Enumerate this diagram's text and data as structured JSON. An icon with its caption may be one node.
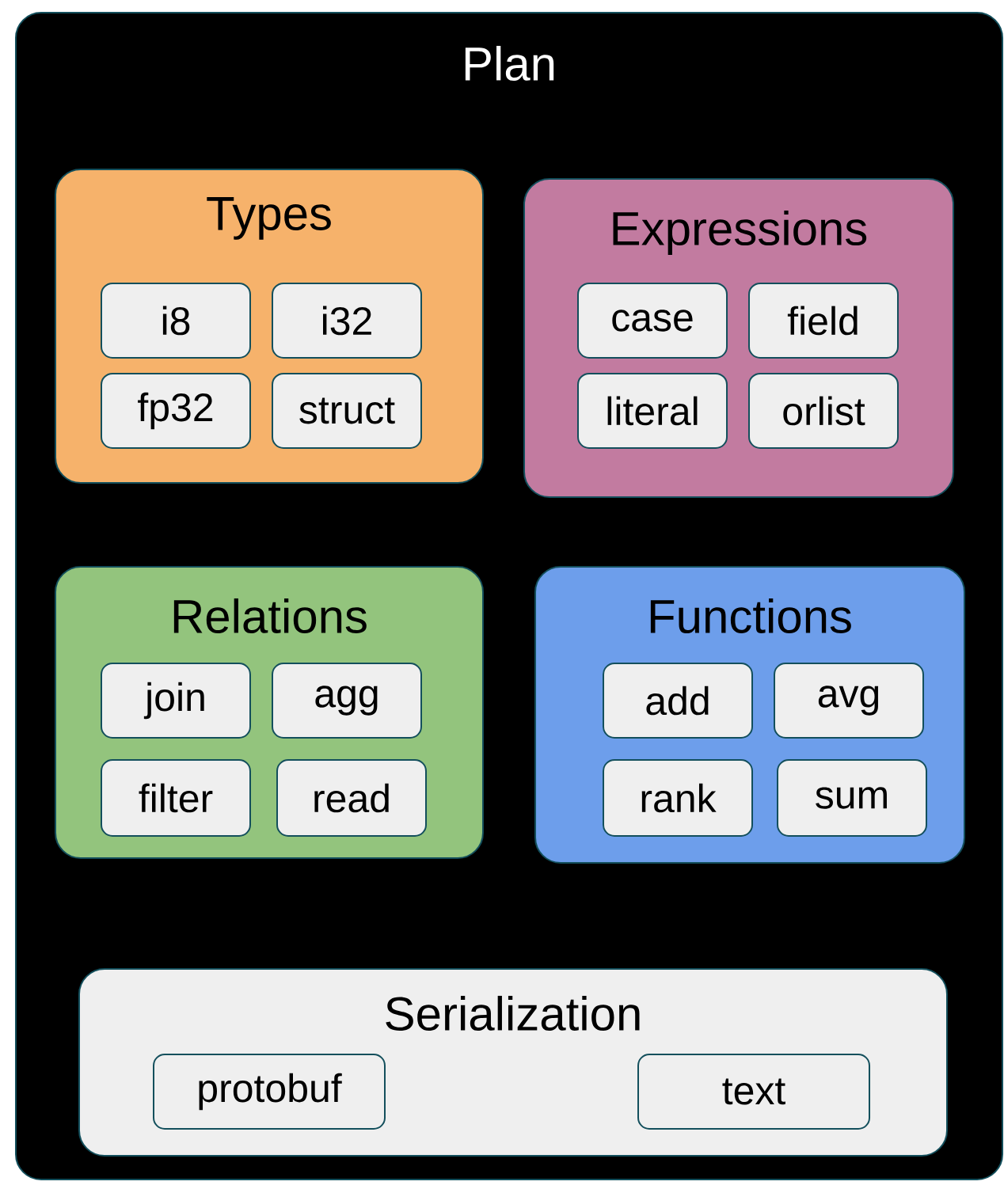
{
  "diagram": {
    "nodes": [
      {
        "text": [
          "Plan"
        ]
      },
      {
        "text": [
          "Types"
        ],
        "in": 0
      },
      {
        "text": [
          "i8"
        ],
        "in": 1
      },
      {
        "text": [
          "i32"
        ],
        "in": 1
      },
      {
        "text": [
          "fp32"
        ],
        "in": 1
      },
      {
        "text": [
          "struct"
        ],
        "in": 1
      },
      {
        "text": [
          "Expressions"
        ],
        "in": 0
      },
      {
        "text": [
          "case"
        ],
        "in": 6
      },
      {
        "text": [
          "field"
        ],
        "in": 6
      },
      {
        "text": [
          "literal"
        ],
        "in": 6
      },
      {
        "text": [
          "orlist"
        ],
        "in": 6
      },
      {
        "text": [
          "Relations"
        ],
        "in": 0
      },
      {
        "text": [
          "join"
        ],
        "in": 11
      },
      {
        "text": [
          "agg"
        ],
        "in": 11
      },
      {
        "text": [
          "filter"
        ],
        "in": 11
      },
      {
        "text": [
          "read"
        ],
        "in": 11
      },
      {
        "text": [
          "Functions"
        ],
        "in": 0
      },
      {
        "text": [
          "add"
        ],
        "in": 16
      },
      {
        "text": [
          "avg"
        ],
        "in": 16
      },
      {
        "text": [
          "rank"
        ],
        "in": 16
      },
      {
        "text": [
          "sum"
        ],
        "in": 16
      },
      {
        "text": [
          "Serialization"
        ],
        "in": 0
      },
      {
        "text": [
          "protobuf"
        ],
        "in": 21
      },
      {
        "text": [
          "text"
        ],
        "in": 21
      }
    ]
  }
}
